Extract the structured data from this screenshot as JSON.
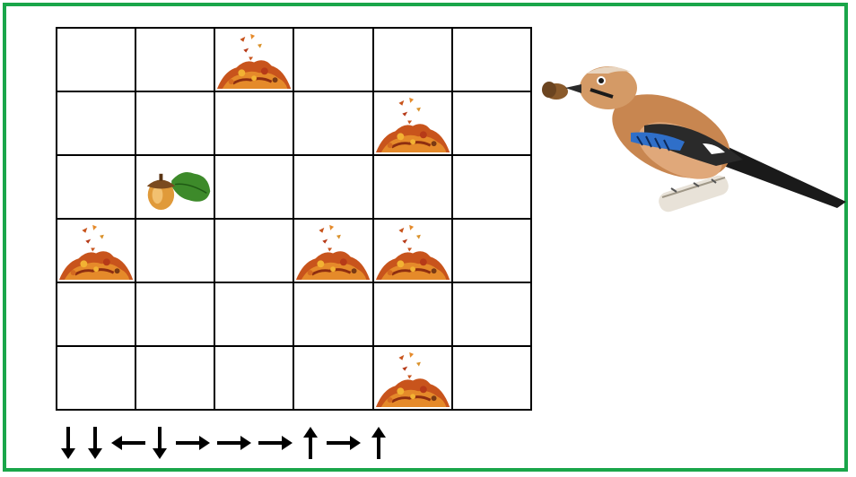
{
  "board": {
    "rows": 6,
    "cols": 6,
    "cells": [
      [
        "empty",
        "empty",
        "leaves",
        "empty",
        "empty",
        "empty"
      ],
      [
        "empty",
        "empty",
        "empty",
        "empty",
        "leaves",
        "empty"
      ],
      [
        "empty",
        "acorn",
        "empty",
        "empty",
        "empty",
        "empty"
      ],
      [
        "leaves",
        "empty",
        "empty",
        "leaves",
        "leaves",
        "empty"
      ],
      [
        "empty",
        "empty",
        "empty",
        "empty",
        "empty",
        "empty"
      ],
      [
        "empty",
        "empty",
        "empty",
        "empty",
        "leaves",
        "empty"
      ]
    ]
  },
  "moves": [
    "down",
    "down",
    "left",
    "down",
    "right",
    "right",
    "right",
    "up",
    "right",
    "up"
  ],
  "character": "jay-bird-with-acorn",
  "colors": {
    "frame": "#1aa64a",
    "grid": "#000000"
  }
}
